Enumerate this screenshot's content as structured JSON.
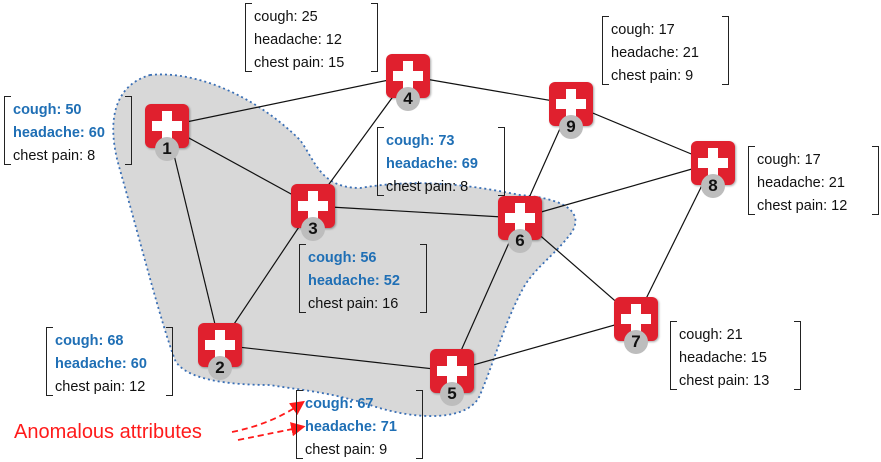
{
  "colors": {
    "node_badge": "#e0202e",
    "anomalous_text": "#1f6fb5",
    "normal_text": "#111111",
    "region_fill": "#d8d8d8",
    "region_border": "#3a6fb5",
    "caption": "#ff1a1a"
  },
  "icons": {
    "node": "medical-cross-icon"
  },
  "nodes": [
    {
      "id": "1",
      "label": "1",
      "attributes": [
        {
          "text": "cough: 50",
          "anomalous": true
        },
        {
          "text": "headache: 60",
          "anomalous": true
        },
        {
          "text": "chest pain: 8",
          "anomalous": false
        }
      ]
    },
    {
      "id": "2",
      "label": "2",
      "attributes": [
        {
          "text": "cough: 68",
          "anomalous": true
        },
        {
          "text": "headache: 60",
          "anomalous": true
        },
        {
          "text": "chest pain: 12",
          "anomalous": false
        }
      ]
    },
    {
      "id": "3",
      "label": "3",
      "attributes": [
        {
          "text": "cough: 56",
          "anomalous": true
        },
        {
          "text": "headache: 52",
          "anomalous": true
        },
        {
          "text": "chest pain: 16",
          "anomalous": false
        }
      ]
    },
    {
      "id": "4",
      "label": "4",
      "attributes": [
        {
          "text": "cough: 25",
          "anomalous": false
        },
        {
          "text": "headache: 12",
          "anomalous": false
        },
        {
          "text": "chest pain: 15",
          "anomalous": false
        }
      ]
    },
    {
      "id": "5",
      "label": "5",
      "attributes": [
        {
          "text": "cough: 67",
          "anomalous": true
        },
        {
          "text": "headache: 71",
          "anomalous": true
        },
        {
          "text": "chest pain: 9",
          "anomalous": false
        }
      ]
    },
    {
      "id": "6",
      "label": "6",
      "attributes": [
        {
          "text": "cough: 73",
          "anomalous": true
        },
        {
          "text": "headache: 69",
          "anomalous": true
        },
        {
          "text": "chest pain: 8",
          "anomalous": false
        }
      ]
    },
    {
      "id": "7",
      "label": "7",
      "attributes": [
        {
          "text": "cough: 21",
          "anomalous": false
        },
        {
          "text": "headache: 15",
          "anomalous": false
        },
        {
          "text": "chest pain: 13",
          "anomalous": false
        }
      ]
    },
    {
      "id": "8",
      "label": "8",
      "attributes": [
        {
          "text": "cough: 17",
          "anomalous": false
        },
        {
          "text": "headache: 21",
          "anomalous": false
        },
        {
          "text": "chest pain: 12",
          "anomalous": false
        }
      ]
    },
    {
      "id": "9",
      "label": "9",
      "attributes": [
        {
          "text": "cough: 17",
          "anomalous": false
        },
        {
          "text": "headache: 21",
          "anomalous": false
        },
        {
          "text": "chest pain: 9",
          "anomalous": false
        }
      ]
    }
  ],
  "edges": [
    [
      "1",
      "4"
    ],
    [
      "1",
      "3"
    ],
    [
      "1",
      "2"
    ],
    [
      "4",
      "3"
    ],
    [
      "4",
      "9"
    ],
    [
      "3",
      "6"
    ],
    [
      "3",
      "2"
    ],
    [
      "2",
      "5"
    ],
    [
      "9",
      "6"
    ],
    [
      "9",
      "8"
    ],
    [
      "6",
      "8"
    ],
    [
      "6",
      "5"
    ],
    [
      "6",
      "7"
    ],
    [
      "8",
      "7"
    ],
    [
      "5",
      "7"
    ]
  ],
  "highlighted_group": [
    "1",
    "2",
    "3",
    "5",
    "6"
  ],
  "annotation": {
    "text": "Anomalous attributes",
    "targets": [
      "5.0",
      "5.1"
    ]
  }
}
